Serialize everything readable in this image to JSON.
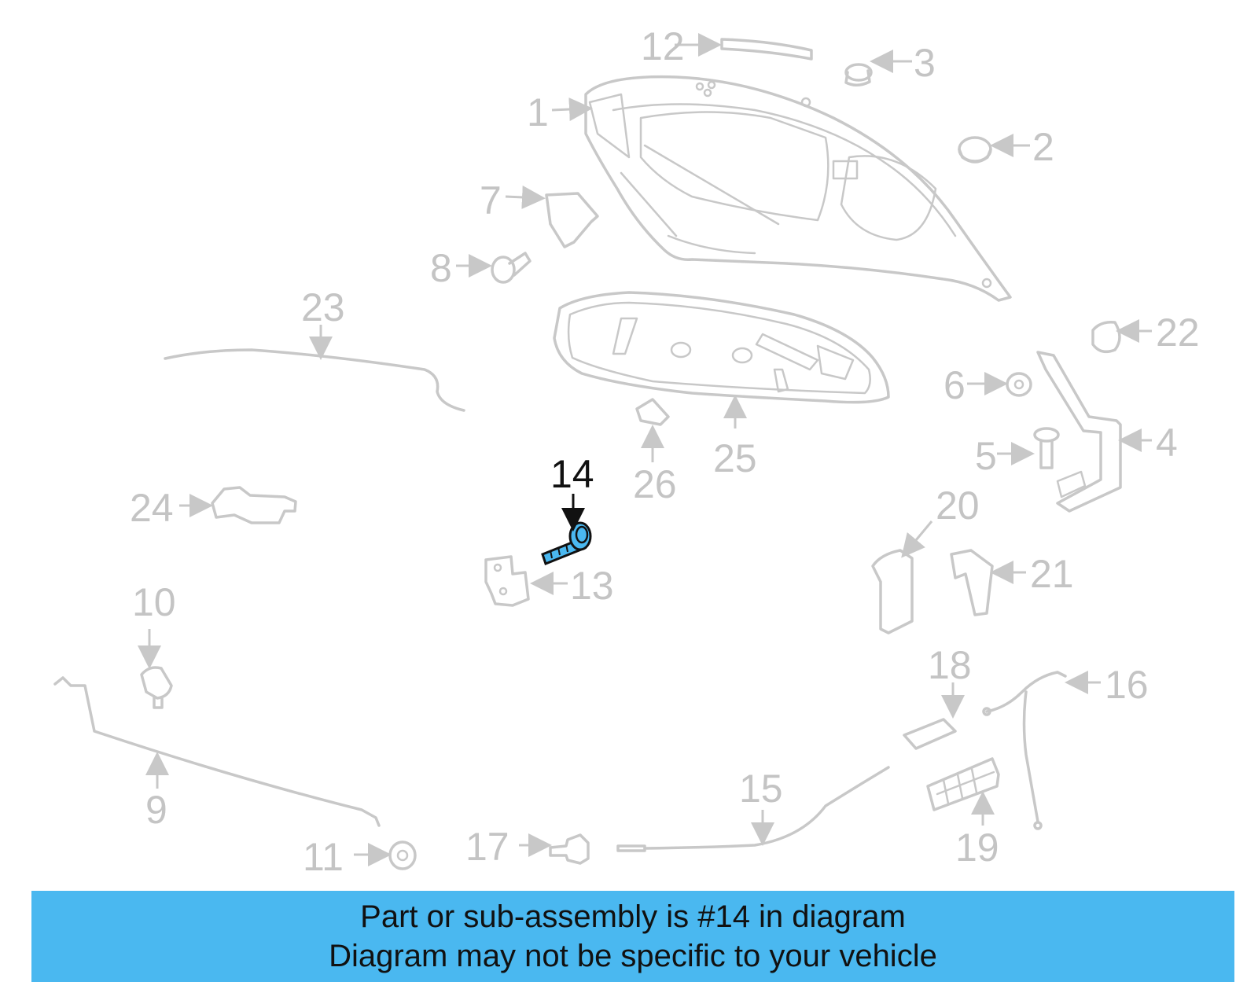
{
  "callouts": {
    "c1": "1",
    "c2": "2",
    "c3": "3",
    "c4": "4",
    "c5": "5",
    "c6": "6",
    "c7": "7",
    "c8": "8",
    "c9": "9",
    "c10": "10",
    "c11": "11",
    "c12": "12",
    "c13": "13",
    "c14": "14",
    "c15": "15",
    "c16": "16",
    "c17": "17",
    "c18": "18",
    "c19": "19",
    "c20": "20",
    "c21": "21",
    "c22": "22",
    "c23": "23",
    "c24": "24",
    "c25": "25",
    "c26": "26"
  },
  "highlight": {
    "part": "14",
    "color": "#4ab8f0"
  },
  "banner": {
    "line1": "Part or sub-assembly is #14 in diagram",
    "line2": "Diagram may not be specific to your vehicle",
    "background": "#4ab8f0"
  }
}
